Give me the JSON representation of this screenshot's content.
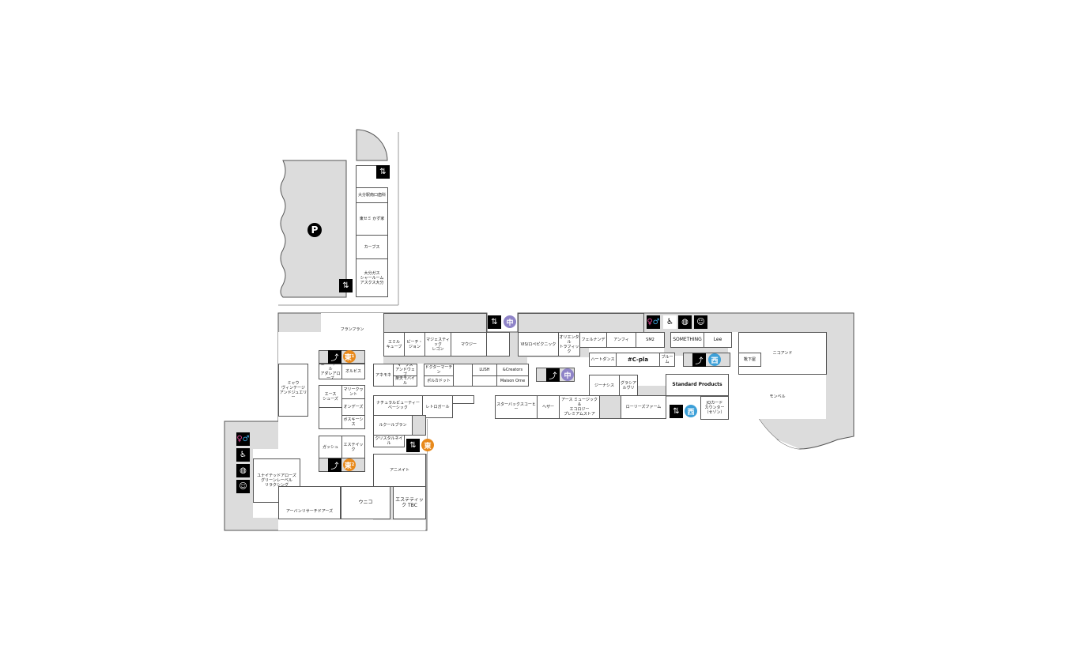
{
  "map": {
    "colors": {
      "shop_fill": "#ffffff",
      "common_area": "#dcdcdc",
      "outline": "#555555",
      "east_badge": "#e8891b",
      "center_badge": "#8f84c8",
      "west_badge": "#3da0d8",
      "icon_bg": "#000000"
    },
    "parking": {
      "label": "P",
      "icon": "parking-icon"
    },
    "shops": {
      "oita_dental": "大分駅南口歯科",
      "tosemi": "東セミ かず家",
      "curves": "カーブス",
      "oita_gas": "大分ガス\nシャールーム\nアスクス大分",
      "franfranc": "フランフラン",
      "miyu": "ミャウ\nヴィンテージ\nアンドジュエリー",
      "aa_anna": "エー・アール\nアダレアローズ",
      "orbis": "オルビス",
      "ace_shoes": "エース\nシューズ",
      "mary_quant": "マリークヮント",
      "on_days": "オンデーズ",
      "kosme": "ボスキーシス",
      "gassho": "ガッシュ",
      "esthetic": "エステイック",
      "emiru": "エミル\nキューブ",
      "peach_john": "ピーチ・\nジョン",
      "majestic": "マジェスティック\nレゴン",
      "mausy": "マウジー",
      "anemone": "アネモネ",
      "marks": "マークス\nアンドウェブ",
      "rakuten_mobile": "楽天モバイル",
      "dr_martens": "ドクターマーチン",
      "polka_dot": "ポルカドット",
      "lush": "LUSH",
      "and_creators": "&Creators",
      "maison_orne": "Maison Orne",
      "natural_beauty": "ナチュラルビューティー\nベーシック",
      "retro_girl": "レトロガール",
      "le_cour": "ルクールブラン",
      "crystal_nail": "クリスタルネイル",
      "animate": "アニメイト",
      "esthetic_tbc": "エステティック TBC",
      "uniqlo": "ウニコ",
      "urban_research": "アーバンリサーチドアーズ",
      "united_arrows": "ユナイテッドアローズ\nグリーンレーベル\nリラクシング",
      "vis_ropé": "VIS/ロペピクニック",
      "oriental_traffic": "オリエンタル\nトラフィック",
      "felnandy": "フェルナンデ",
      "anfi": "アンフィ",
      "sm2": "SM2",
      "something": "SOMETHING",
      "lee": "Lee",
      "niko_and": "ニコアンド",
      "heart_dance": "ハートダンス",
      "c_pla": "#C-pla",
      "bloom": "ブルーム",
      "kutsushita": "靴下屋",
      "standard_products": "Standard Products",
      "montbell": "モンベル",
      "jeanasis": "ジーナシス",
      "glacier": "グラシア\nルヴリ",
      "starbucks": "スターバックスコーヒー",
      "hege": "ヘザー",
      "earth_music": "アース ミュージック＆\nエコロジー\nプレミアムストア",
      "lowrys": "ローリーズファーム",
      "jq_card": "JQカード\nカウンター\n（セゾン）"
    },
    "markers": {
      "east": "東",
      "east_1": "1",
      "east_2": "2",
      "center": "中",
      "west": "西"
    },
    "icons": {
      "elevator": "elevator-icon",
      "escalator": "escalator-icon",
      "restroom": "restroom-icon",
      "accessible": "wheelchair-icon",
      "nursing": "nursing-room-icon",
      "baby": "baby-care-icon",
      "smoking": "multipurpose-icon"
    }
  }
}
